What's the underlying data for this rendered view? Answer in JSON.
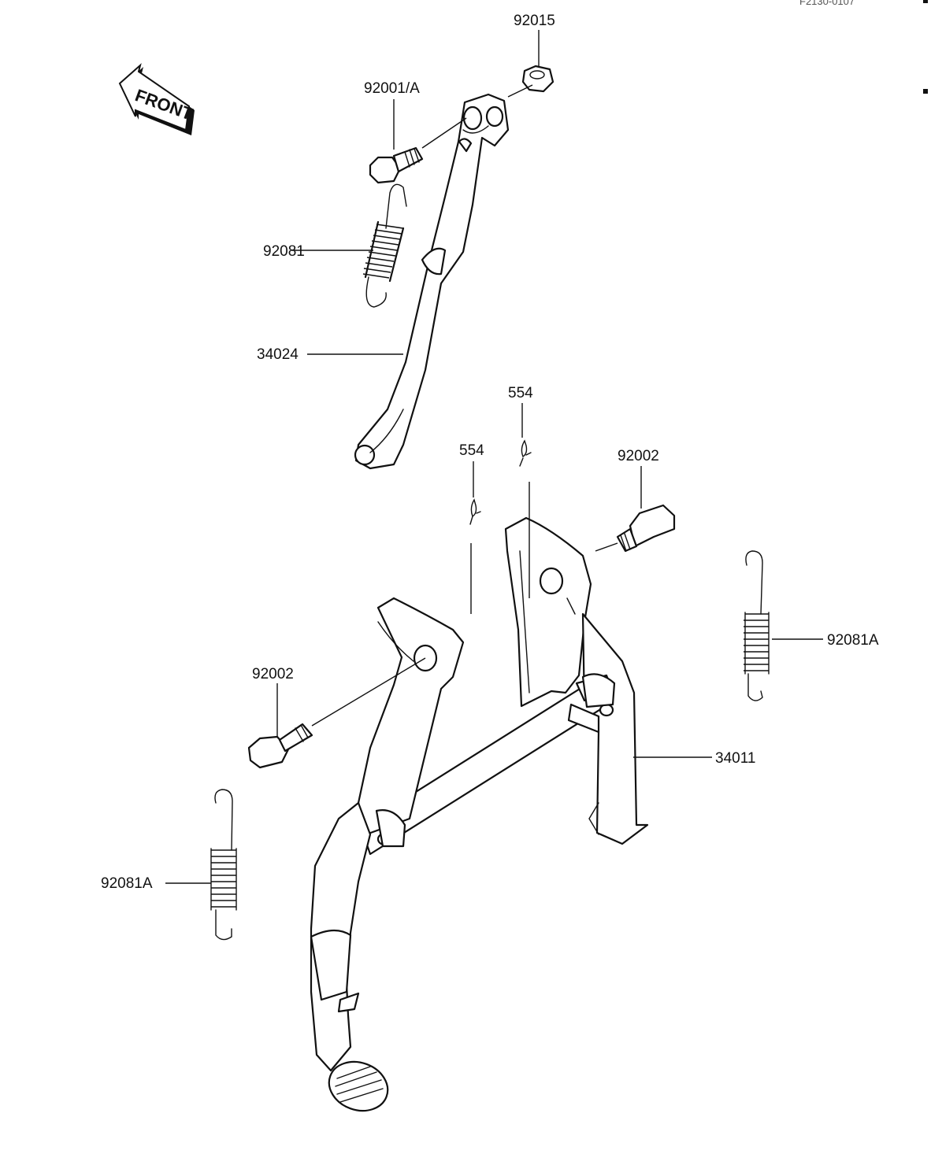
{
  "front_arrow": {
    "label": "FRONT"
  },
  "corner_mark": "F2130-0107",
  "labels": {
    "nut_top": "92015",
    "bolt_side_stand": "92001/A",
    "spring_side_stand": "92081",
    "side_stand": "34024",
    "pin_right": "554",
    "pin_left": "554",
    "bolt_right": "92002",
    "bolt_left": "92002",
    "spring_right": "92081A",
    "spring_left": "92081A",
    "center_stand": "34011"
  }
}
